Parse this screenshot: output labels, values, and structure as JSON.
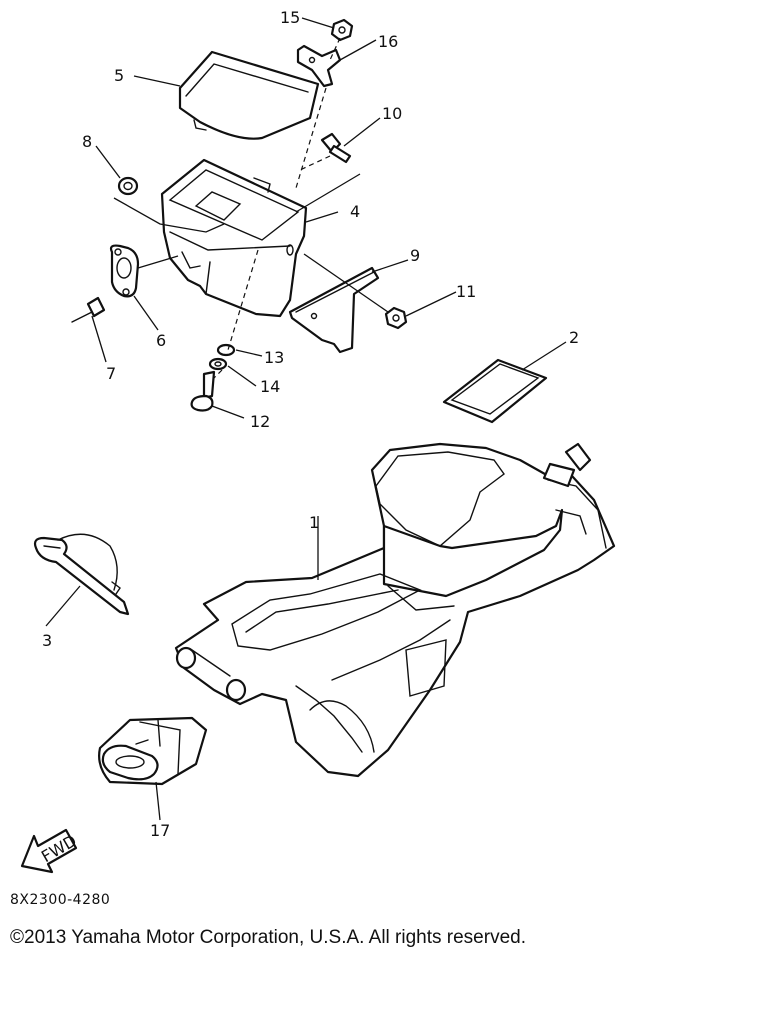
{
  "callouts": [
    "1",
    "2",
    "3",
    "4",
    "5",
    "6",
    "7",
    "8",
    "9",
    "10",
    "11",
    "12",
    "13",
    "14",
    "15",
    "16",
    "17"
  ],
  "direction_label": "FWD",
  "reference_code": "8X2300-4280",
  "copyright": "©2013 Yamaha Motor Corporation, U.S.A. All rights reserved."
}
